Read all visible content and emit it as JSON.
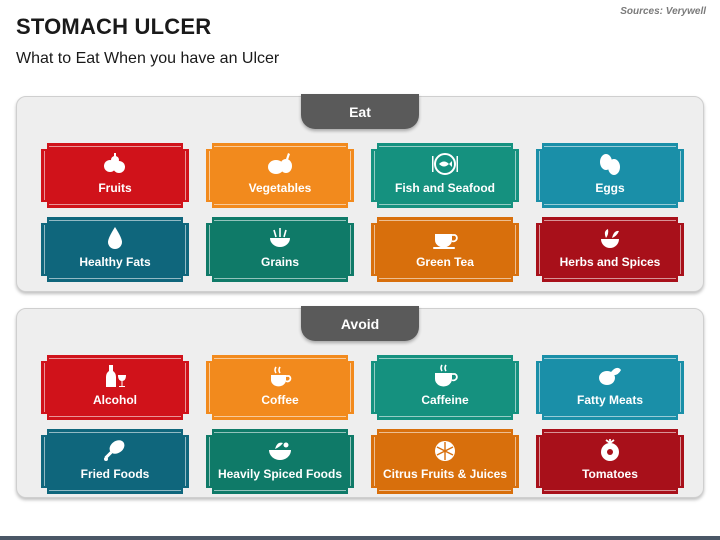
{
  "header": {
    "title": "STOMACH ULCER",
    "subtitle": "What to Eat When you have an Ulcer",
    "source": "Sources: Verywell"
  },
  "eat": {
    "tab_label": "Eat",
    "items": [
      {
        "label": "Fruits",
        "icon": "fruits-icon",
        "color": "#d0121a"
      },
      {
        "label": "Vegetables",
        "icon": "vegetables-icon",
        "color": "#f28a1d"
      },
      {
        "label": "Fish and Seafood",
        "icon": "fish-plate-icon",
        "color": "#15917f"
      },
      {
        "label": "Eggs",
        "icon": "eggs-icon",
        "color": "#1a8fa8"
      },
      {
        "label": "Healthy Fats",
        "icon": "oil-drop-icon",
        "color": "#0f667c"
      },
      {
        "label": "Grains",
        "icon": "grain-bowl-icon",
        "color": "#0f7a68"
      },
      {
        "label": "Green Tea",
        "icon": "tea-cup-icon",
        "color": "#d86f0c"
      },
      {
        "label": "Herbs and Spices",
        "icon": "mortar-herbs-icon",
        "color": "#a8101a"
      }
    ]
  },
  "avoid": {
    "tab_label": "Avoid",
    "items": [
      {
        "label": "Alcohol",
        "icon": "wine-bottle-icon",
        "color": "#d0121a"
      },
      {
        "label": "Coffee",
        "icon": "coffee-cup-icon",
        "color": "#f28a1d"
      },
      {
        "label": "Caffeine",
        "icon": "caffeine-cup-icon",
        "color": "#15917f"
      },
      {
        "label": "Fatty Meats",
        "icon": "meat-icon",
        "color": "#1a8fa8"
      },
      {
        "label": "Fried Foods",
        "icon": "drumstick-icon",
        "color": "#0f667c"
      },
      {
        "label": "Heavily Spiced Foods",
        "icon": "spiced-bowl-icon",
        "color": "#0f7a68"
      },
      {
        "label": "Citrus Fruits & Juices",
        "icon": "citrus-icon",
        "color": "#d86f0c"
      },
      {
        "label": "Tomatoes",
        "icon": "tomato-icon",
        "color": "#a8101a"
      }
    ]
  }
}
